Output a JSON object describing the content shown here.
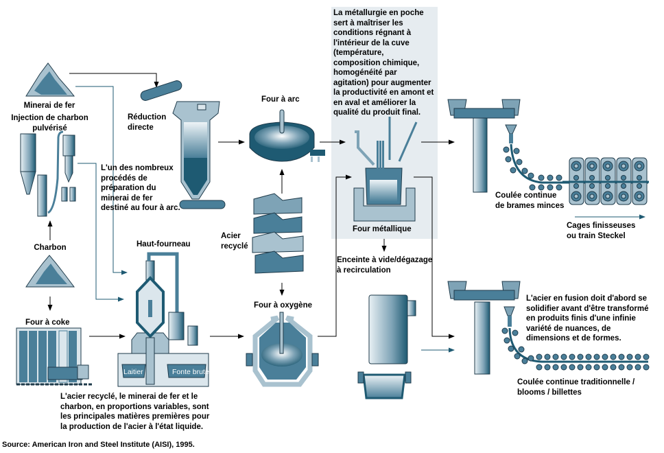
{
  "title": "Processus de fabrication de l'acier",
  "colors": {
    "dark": "#1e5a72",
    "mid": "#4a7f99",
    "light": "#a9c2cf",
    "pale": "#dbe6ec",
    "panel": "#e6ecf0",
    "line": "#000000"
  },
  "nodes": {
    "minerai_de_fer": "Minerai de fer",
    "injection_charbon": "Injection de charbon\npulvérisé",
    "charbon": "Charbon",
    "four_a_coke": "Four à coke",
    "reduction_directe": "Réduction\ndirecte",
    "haut_fourneau": "Haut-fourneau",
    "four_a_arc": "Four à arc",
    "acier_recycle": "Acier\nrecyclé",
    "four_a_oxygene": "Four à oxygène",
    "four_metallique": "Four métallique",
    "enceinte_vide": "Enceinte à vide/dégazage\nà recirculation",
    "coulee_brames": "Coulée continue\nde brames minces",
    "cages_finisseuses": "Cages finisseuses\nou train Steckel",
    "coulee_traditionnelle": "Coulée continue traditionnelle /\nblooms / billettes"
  },
  "wagon_labels": {
    "laitier": "Laitier",
    "fonte_brute": "Fonte brute"
  },
  "notes": {
    "preparation": "L'un des nombreux\nprocédés de\npréparation du\nminerai de fer\ndestiné au four à arc.",
    "metallurgie_poche": "La métallurgie en poche\nsert à maîtriser les\nconditions régnant à\nl'intérieur de la cuve\n(température,\ncomposition chimique,\nhomogénéité par\nagitation) pour augmenter\nla productivité en amont et\nen aval et améliorer la\nqualité du produit final.",
    "matieres_premieres": "L'acier recyclé, le minerai de fer et le\ncharbon, en proportions variables, sont\nles principales matières premières pour\nla production de l'acier à l'état liquide.",
    "solidification": "L'acier en fusion doit d'abord se\nsolidifier avant d'être transformé\nen produits finis d'une infinie\nvariété de nuances, de\ndimensions et de formes."
  },
  "source": "Source: American Iron and Steel Institute (AISI), 1995."
}
